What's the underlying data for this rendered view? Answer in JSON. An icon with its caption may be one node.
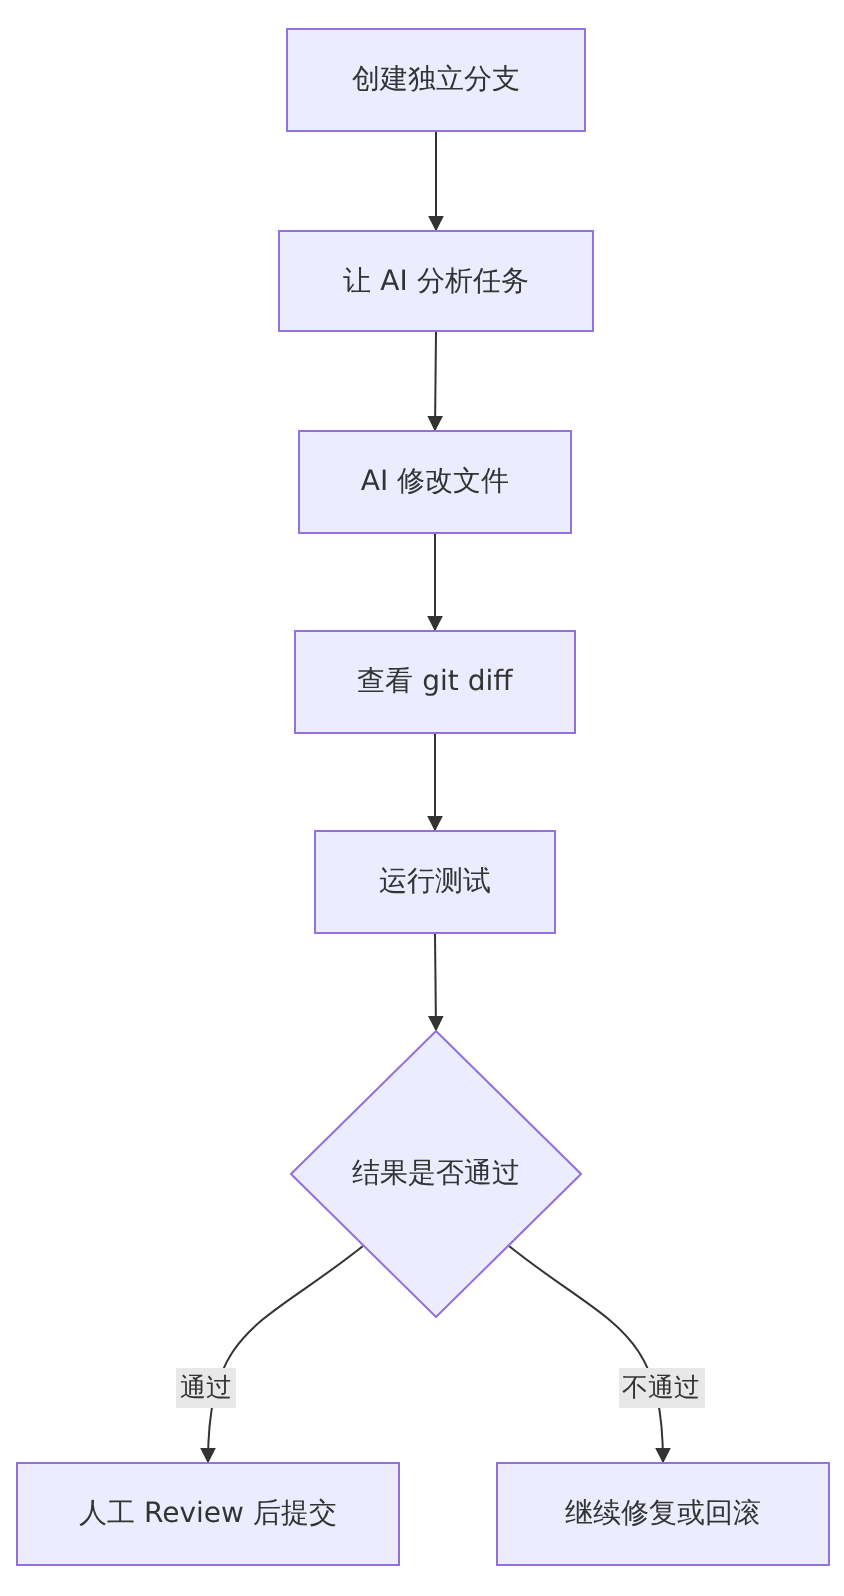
{
  "diagram": {
    "nodes": [
      {
        "text": [
          "创建独立分支"
        ]
      },
      {
        "text": [
          "让 AI 分析任务"
        ]
      },
      {
        "text": [
          "AI 修改文件"
        ]
      },
      {
        "text": [
          "查看 git diff"
        ]
      },
      {
        "text": [
          "运行测试"
        ]
      },
      {
        "text": [
          "结果是否通过"
        ]
      },
      {
        "text": [
          "人工 Review 后提交"
        ]
      },
      {
        "text": [
          "继续修复或回滚"
        ]
      }
    ],
    "edges": [
      {
        "from": 0,
        "to": 1,
        "arrow": "to"
      },
      {
        "from": 1,
        "to": 2,
        "arrow": "to"
      },
      {
        "from": 2,
        "to": 3,
        "arrow": "to"
      },
      {
        "from": 3,
        "to": 4,
        "arrow": "to"
      },
      {
        "from": 4,
        "to": 5,
        "arrow": "to"
      },
      {
        "from": 5,
        "to": 6,
        "arrow": "to",
        "label": "通过"
      },
      {
        "from": 5,
        "to": 7,
        "arrow": "to",
        "label": "不通过"
      }
    ]
  }
}
